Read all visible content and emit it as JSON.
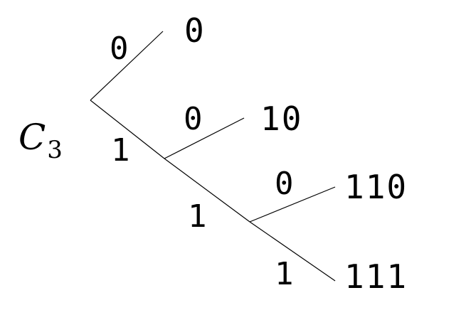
{
  "code": {
    "name": "C",
    "subscript": "3"
  },
  "edges": [
    {
      "label": "0"
    },
    {
      "label": "1"
    },
    {
      "label": "0"
    },
    {
      "label": "1"
    },
    {
      "label": "0"
    },
    {
      "label": "1"
    }
  ],
  "leaves": [
    {
      "codeword": "0"
    },
    {
      "codeword": "10"
    },
    {
      "codeword": "110"
    },
    {
      "codeword": "111"
    }
  ],
  "colors": {
    "line": "#000000",
    "text": "#000000",
    "background": "#ffffff"
  }
}
